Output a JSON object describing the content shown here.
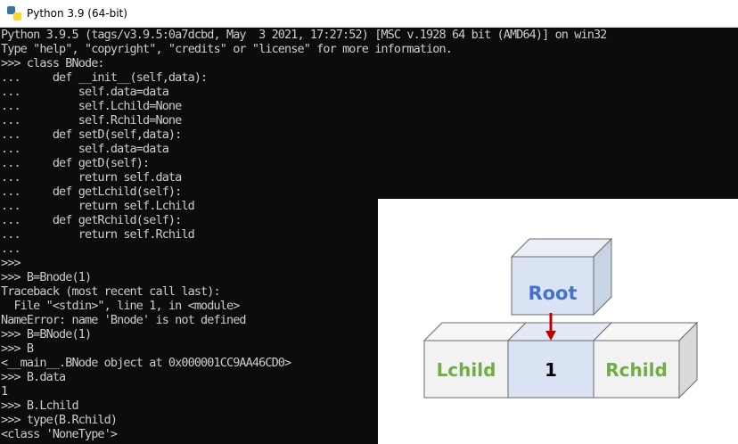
{
  "window": {
    "title": "Python 3.9 (64-bit)",
    "icon": "python-icon"
  },
  "console": {
    "lines": [
      "Python 3.9.5 (tags/v3.9.5:0a7dcbd, May  3 2021, 17:27:52) [MSC v.1928 64 bit (AMD64)] on win32",
      "Type \"help\", \"copyright\", \"credits\" or \"license\" for more information.",
      ">>> class BNode:",
      "...     def __init__(self,data):",
      "...         self.data=data",
      "...         self.Lchild=None",
      "...         self.Rchild=None",
      "...     def setD(self,data):",
      "...         self.data=data",
      "...     def getD(self):",
      "...         return self.data",
      "...     def getLchild(self):",
      "...         return self.Lchild",
      "...     def getRchild(self):",
      "...         return self.Rchild",
      "...",
      ">>>",
      ">>> B=Bnode(1)",
      "Traceback (most recent call last):",
      "  File \"<stdin>\", line 1, in <module>",
      "NameError: name 'Bnode' is not defined",
      ">>> B=BNode(1)",
      ">>> B",
      "<__main__.BNode object at 0x000001CC9AA46CD0>",
      ">>> B.data",
      "1",
      ">>> B.Lchild",
      ">>> type(B.Rchild)",
      "<class 'NoneType'>"
    ]
  },
  "diagram": {
    "root_label": "Root",
    "left_label": "Lchild",
    "center_label": "1",
    "right_label": "Rchild",
    "colors": {
      "root_text": "#4472c4",
      "child_text": "#70ad47",
      "center_text": "#000000",
      "arrow": "#c00000",
      "root_face": "#dae3f3",
      "side_face": "#f2f2f2",
      "center_face": "#dae3f3"
    }
  }
}
